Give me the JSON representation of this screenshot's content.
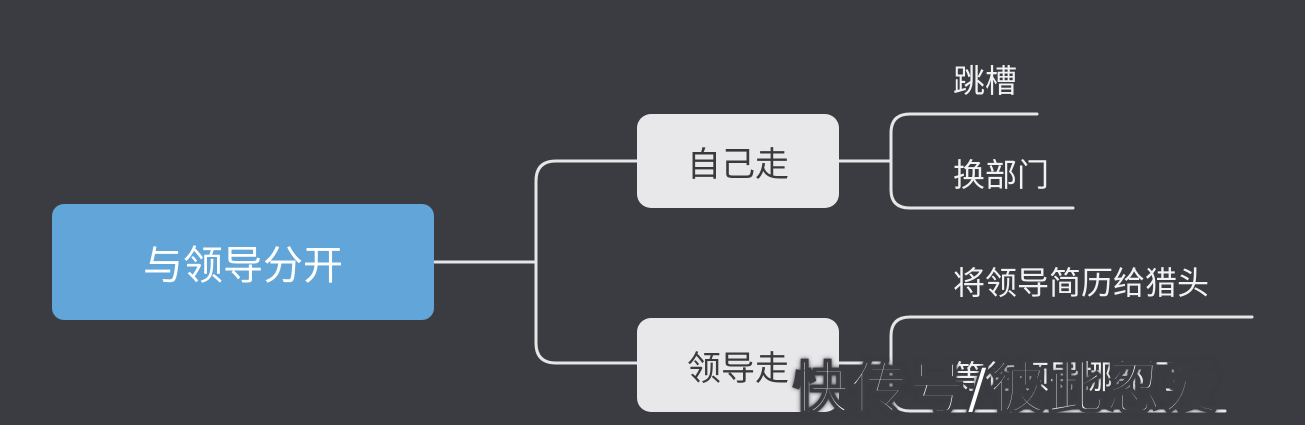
{
  "mindmap": {
    "root": "与领导分开",
    "branches": [
      {
        "label": "自己走",
        "leaves": [
          "跳槽",
          "换部门"
        ]
      },
      {
        "label": "领导走",
        "leaves": [
          "将领导简历给猎头",
          "等待领导挪部门"
        ]
      }
    ]
  },
  "watermark": "快传号/彼此忍爱",
  "colors": {
    "background": "#3b3c41",
    "root_fill": "#62a5d8",
    "branch_fill": "#e8e8ea",
    "connector": "#e6e6e6",
    "text_light": "#f2f2f2"
  }
}
